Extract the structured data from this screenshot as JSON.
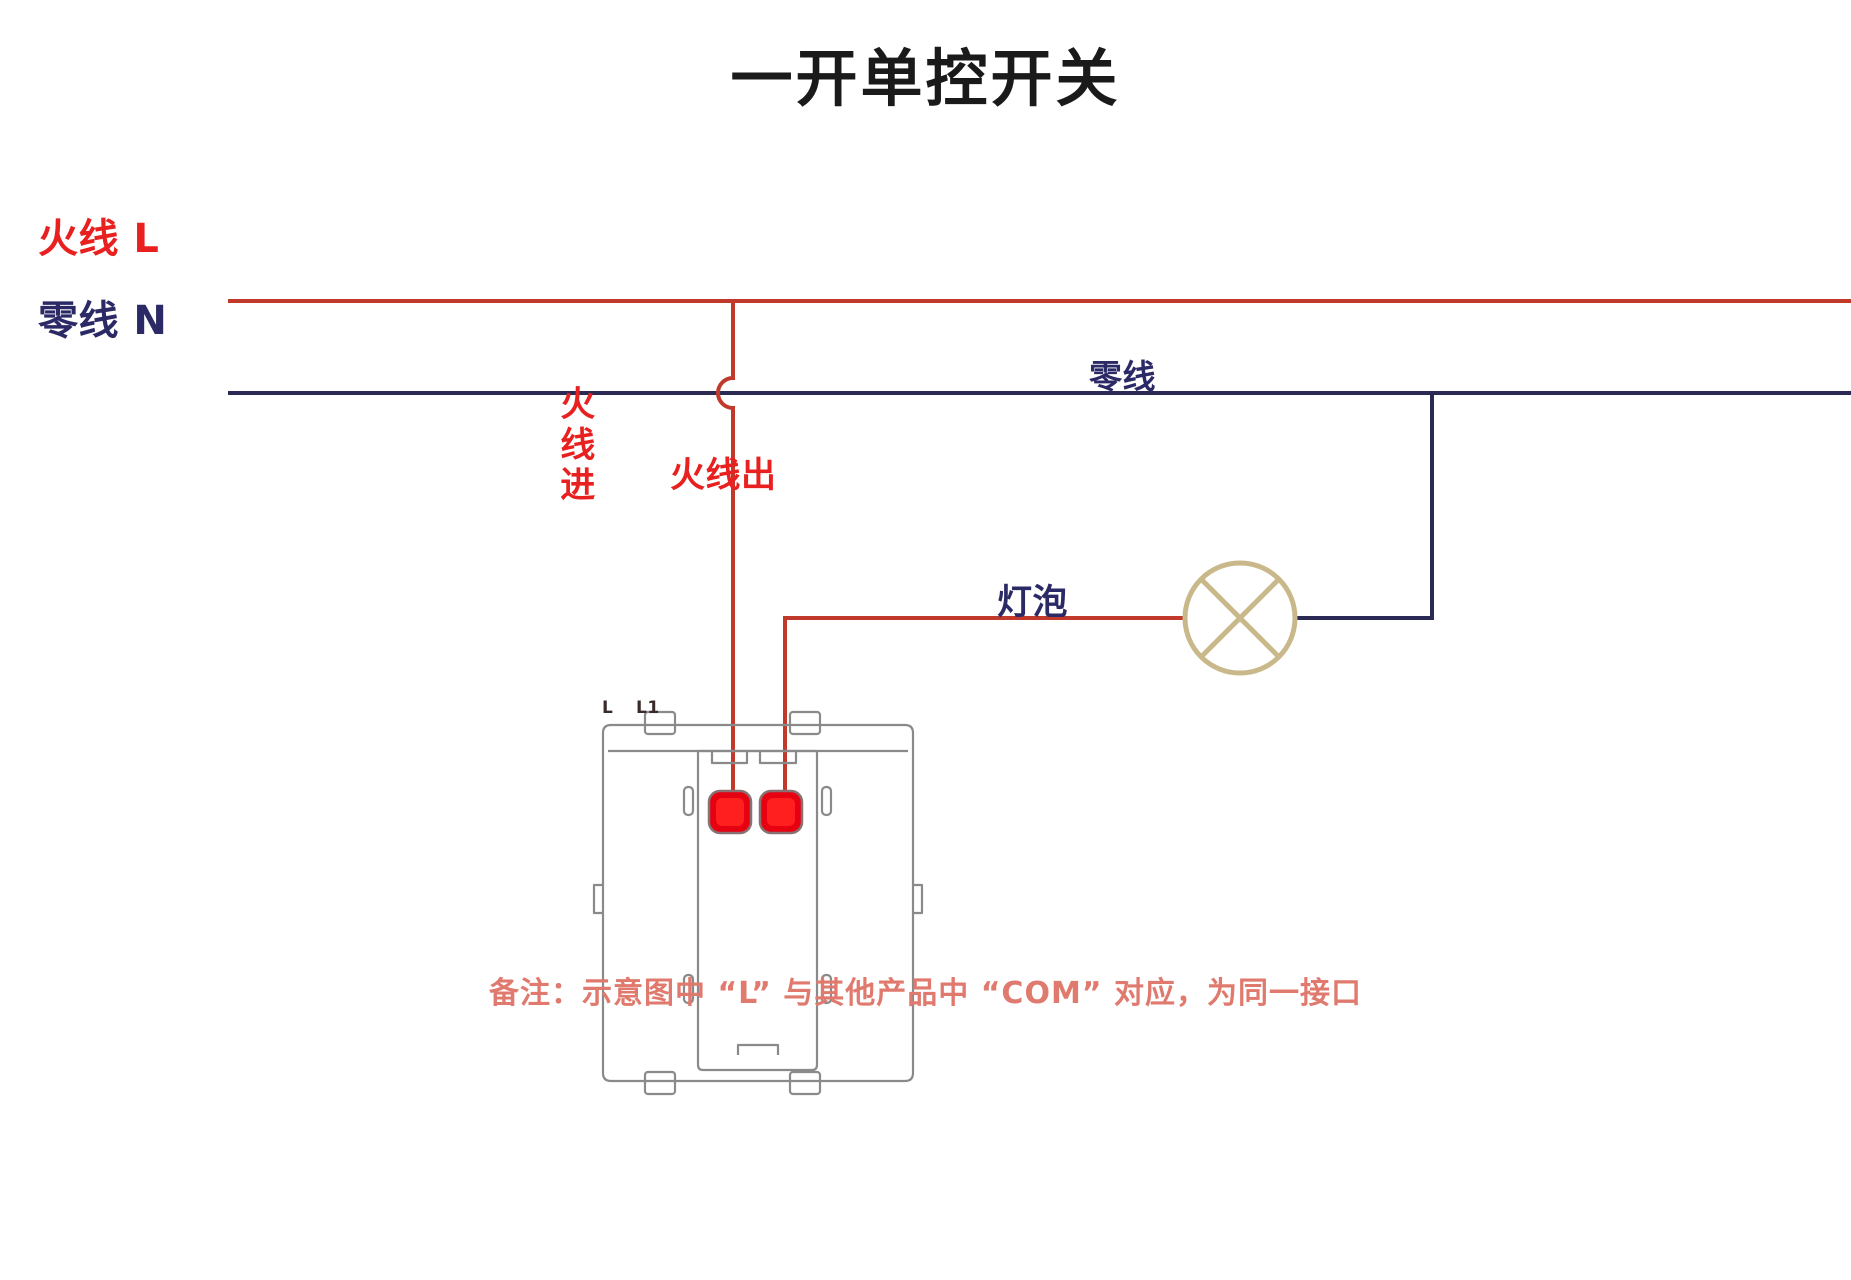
{
  "title": "一开单控开关",
  "labels": {
    "live_line": "火线 L",
    "neutral_line": "零线 N",
    "live_in": "火线进",
    "live_out": "火线出",
    "neutral_branch": "零线",
    "bulb": "灯泡"
  },
  "switch": {
    "terminals": [
      {
        "name": "L"
      },
      {
        "name": "L1"
      }
    ]
  },
  "footnote": "备注：示意图中 “L” 与其他产品中 “COM” 对应，为同一接口",
  "colors": {
    "live_red": "#e8201f",
    "neutral_navy": "#2b2a66",
    "wire_red": "#c0392b",
    "wire_navy": "#2b2a55",
    "bulb_tan": "#c9b98a",
    "terminal_red": "#e60012",
    "title_black": "#1a1a1a",
    "footnote_pink": "#e07a6e",
    "background": "#ffffff"
  }
}
